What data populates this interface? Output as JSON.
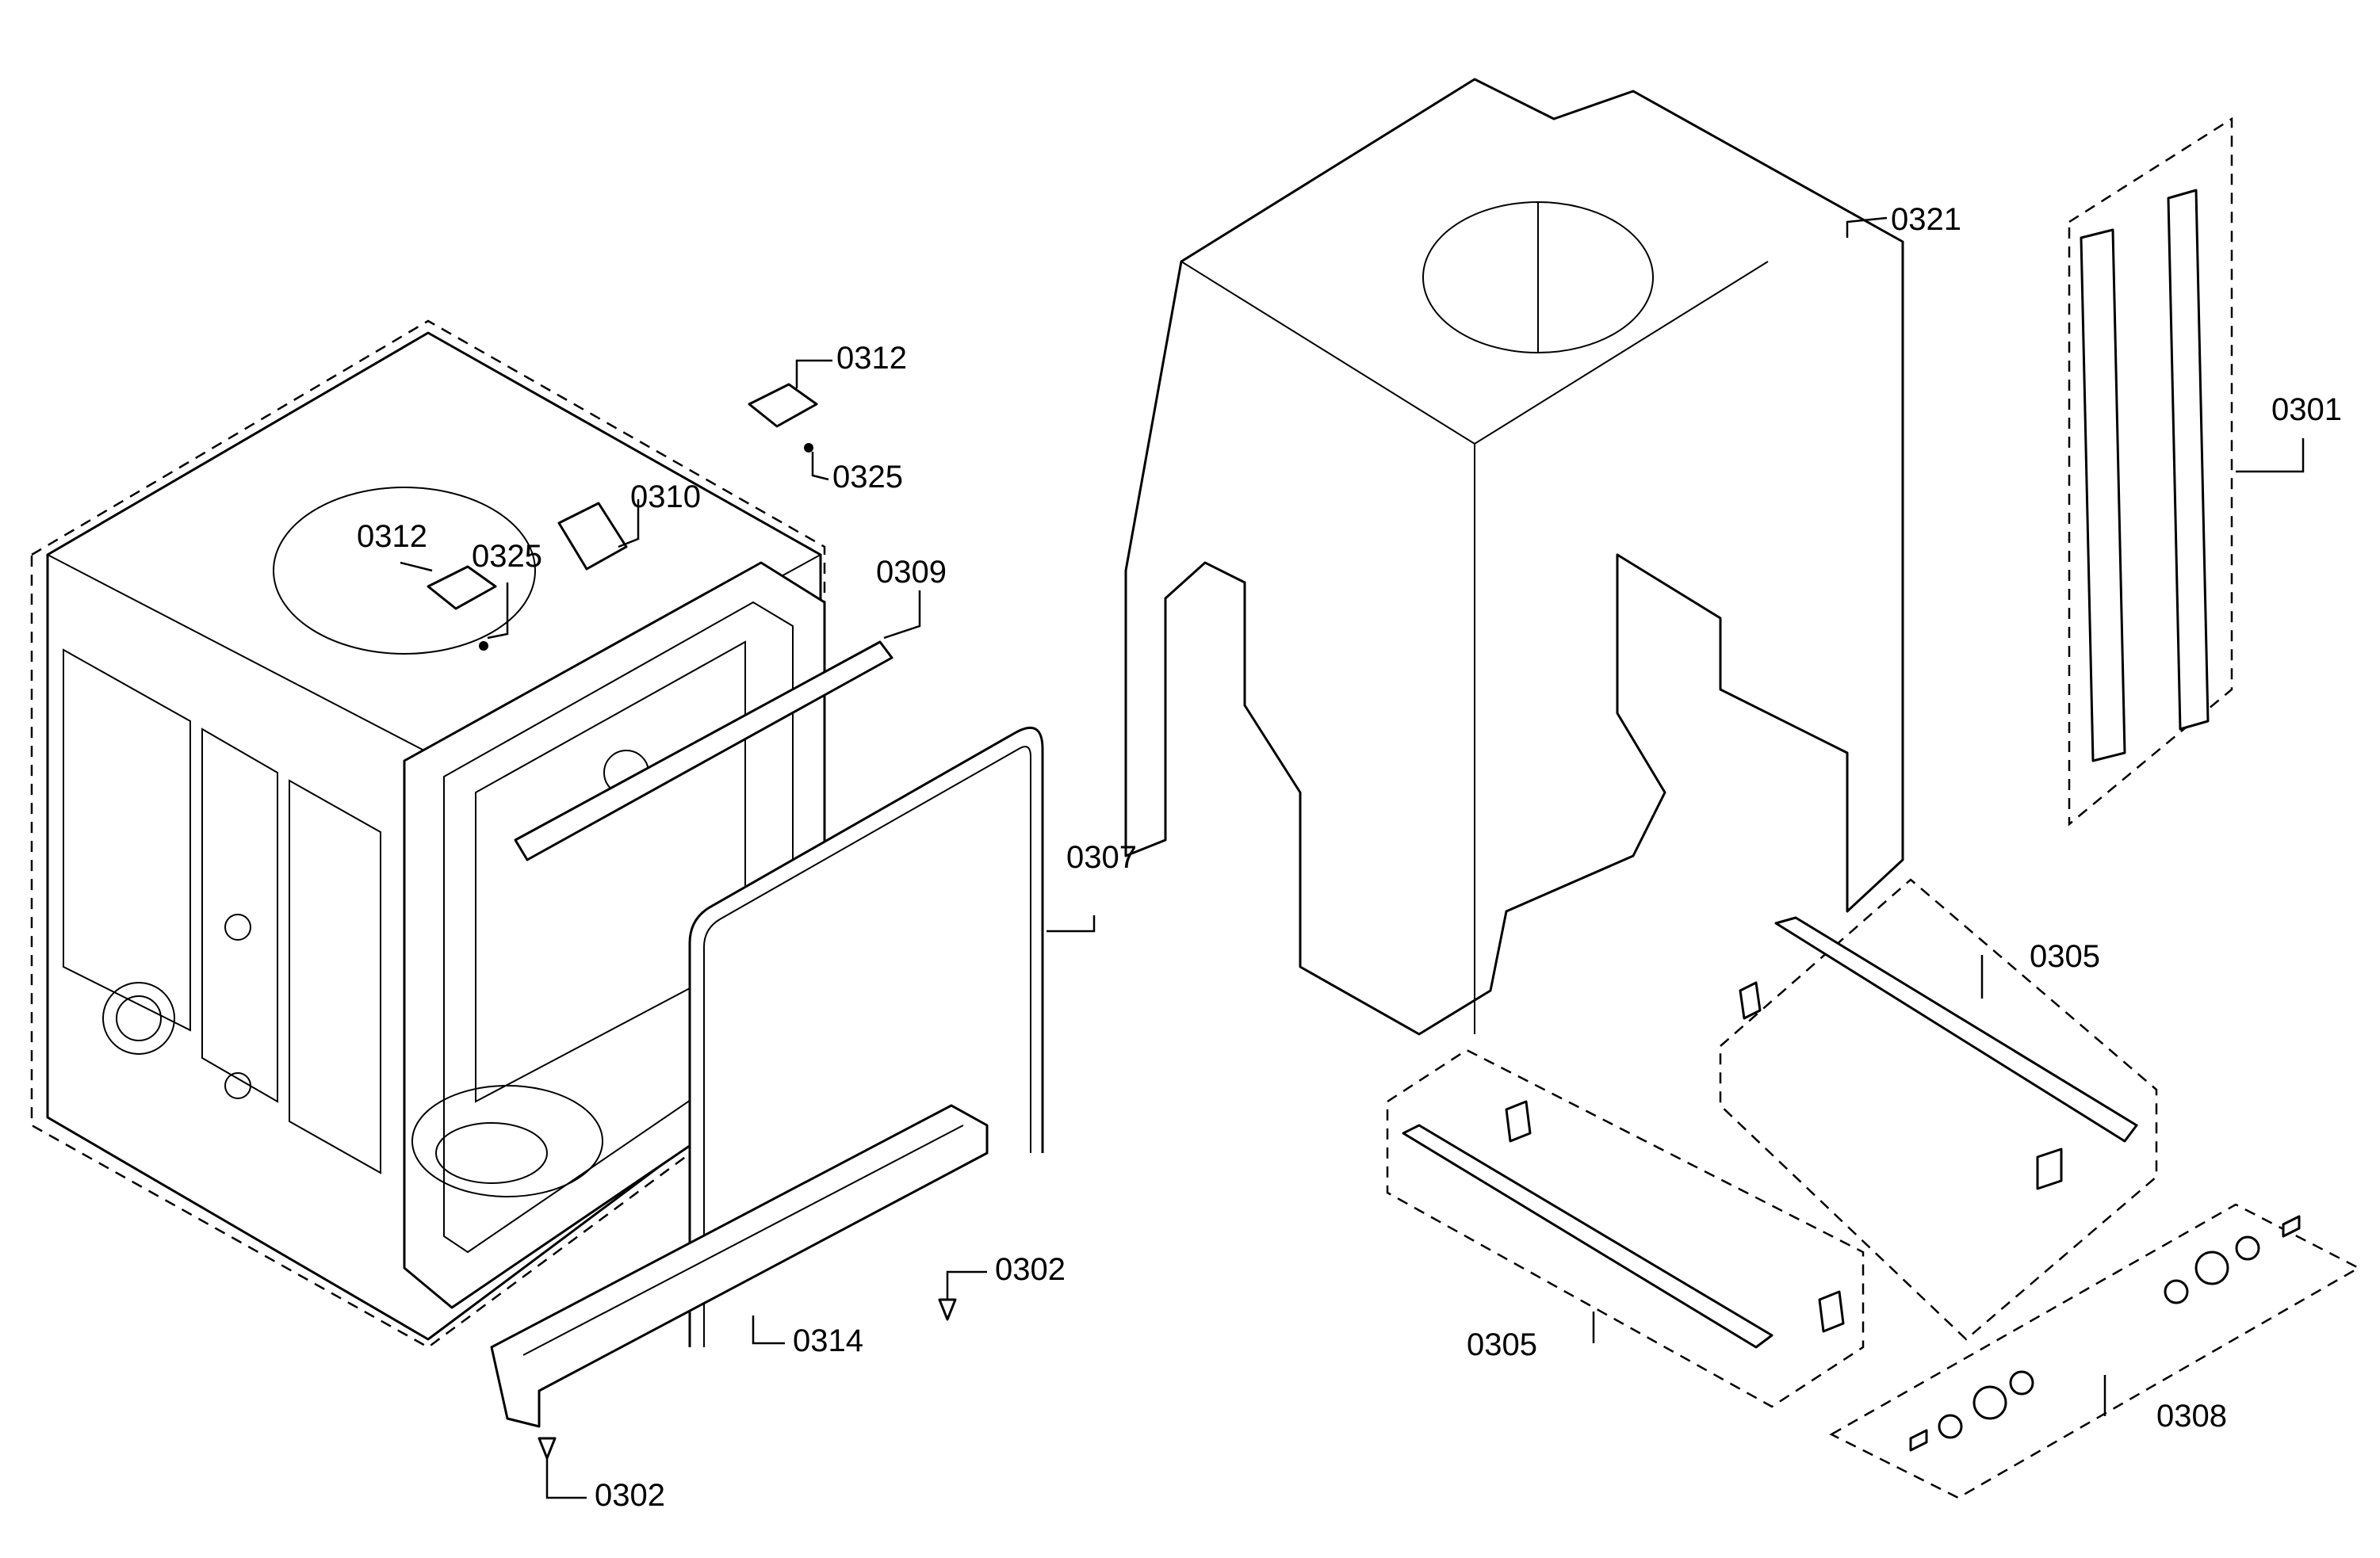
{
  "callouts": {
    "c0301": "0301",
    "c0302a": "0302",
    "c0302b": "0302",
    "c0305a": "0305",
    "c0305b": "0305",
    "c0307": "0307",
    "c0308": "0308",
    "c0309": "0309",
    "c0310": "0310",
    "c0312a": "0312",
    "c0312b": "0312",
    "c0314": "0314",
    "c0321": "0321",
    "c0325a": "0325",
    "c0325b": "0325"
  }
}
